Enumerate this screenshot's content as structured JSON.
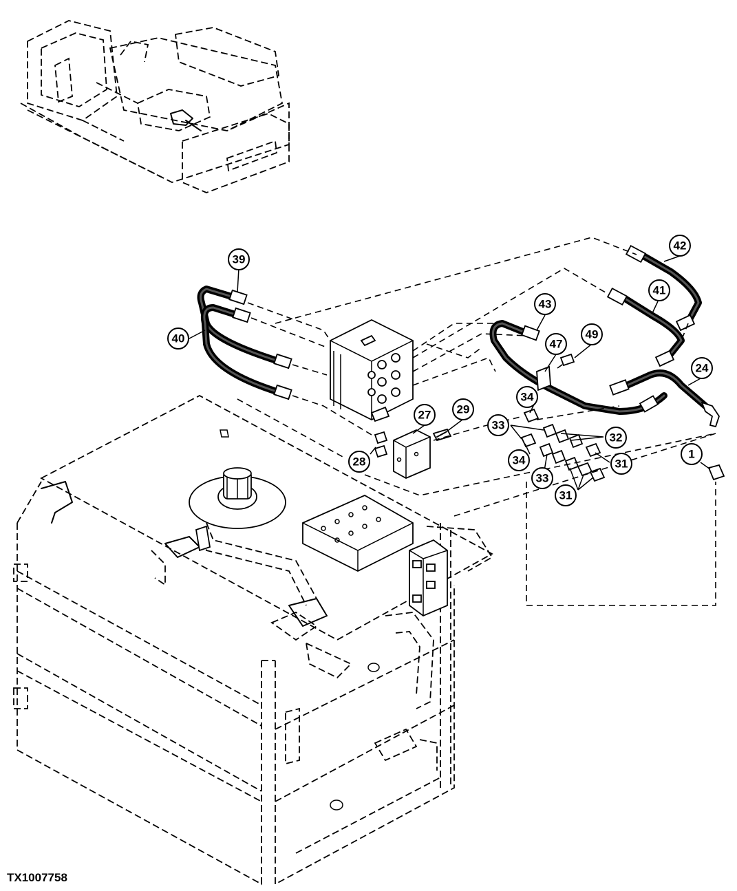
{
  "figure_id": "TX1007758",
  "callouts": {
    "c1": "1",
    "c24": "24",
    "c27": "27",
    "c28": "28",
    "c29": "29",
    "c31a": "31",
    "c31b": "31",
    "c32": "32",
    "c33a": "33",
    "c33b": "33",
    "c34a": "34",
    "c34b": "34",
    "c39": "39",
    "c40": "40",
    "c41": "41",
    "c42": "42",
    "c43": "43",
    "c47": "47",
    "c49": "49"
  }
}
